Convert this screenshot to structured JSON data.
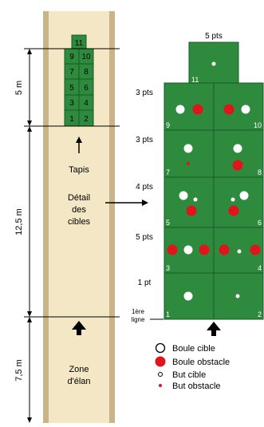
{
  "top_partial": "",
  "dims": {
    "d1": "5 m",
    "d2": "12,5 m",
    "d3": "7,5 m"
  },
  "left_labels": {
    "tapis": "Tapis",
    "detail": [
      "Détail",
      "des",
      "cibles"
    ],
    "zone": [
      "Zone",
      "d'élan"
    ]
  },
  "strip_numbers": {
    "top": "11",
    "rows": [
      [
        "9",
        "10"
      ],
      [
        "7",
        "8"
      ],
      [
        "5",
        "6"
      ],
      [
        "3",
        "4"
      ],
      [
        "1",
        "2"
      ]
    ]
  },
  "right": {
    "top_label": "5 pts",
    "top_num": "11",
    "rows": [
      {
        "pts": "3 pts",
        "left_num": "9",
        "right_num": "10"
      },
      {
        "pts": "3 pts",
        "left_num": "7",
        "right_num": "8"
      },
      {
        "pts": "4 pts",
        "left_num": "5",
        "right_num": "6"
      },
      {
        "pts": "5 pts",
        "left_num": "3",
        "right_num": "4"
      },
      {
        "pts": "1 pt",
        "left_num": "1",
        "right_num": "2"
      }
    ],
    "first_line": [
      "1ère",
      "ligne"
    ]
  },
  "legend": [
    {
      "symbol": "boule-cible",
      "label": "Boule cible"
    },
    {
      "symbol": "boule-obstacle",
      "label": "Boule obstacle"
    },
    {
      "symbol": "but-cible",
      "label": "But cible"
    },
    {
      "symbol": "but-obstacle",
      "label": "But obstacle"
    }
  ],
  "colors": {
    "field": "#2e8b3e",
    "sand": "#f3e7c5",
    "post": "#c9b48a",
    "red": "#e0141b"
  }
}
